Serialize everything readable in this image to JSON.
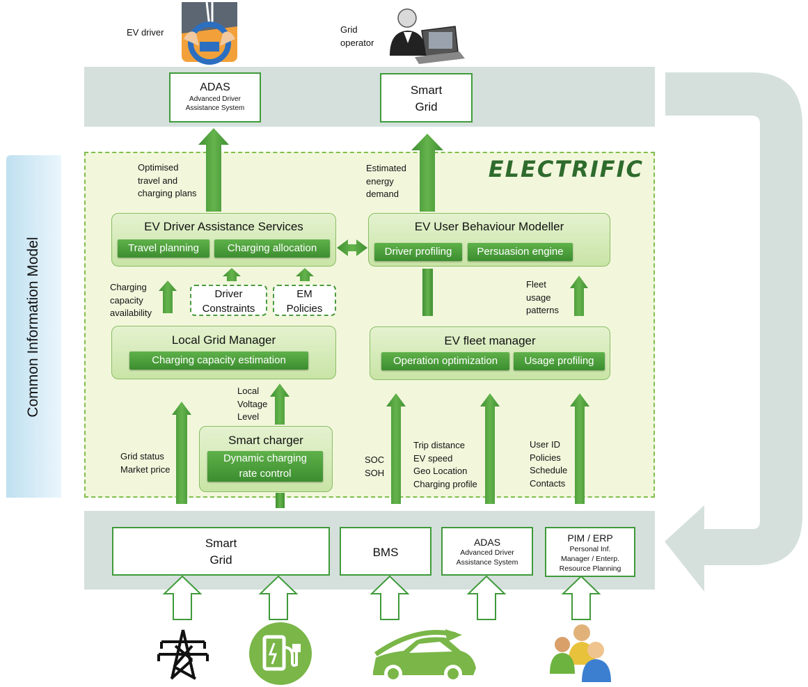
{
  "actors": {
    "ev_driver": "EV driver",
    "grid_operator": "Grid\noperator"
  },
  "top": {
    "adas": {
      "title": "ADAS",
      "subtitle": "Advanced Driver\nAssistance System"
    },
    "smart_grid": "Smart\nGrid"
  },
  "brand": "ELECTRIFIC",
  "side_label": "Common Information Model",
  "flow_labels": {
    "optimised_plans": "Optimised\ntravel and\ncharging plans",
    "energy_demand": "Estimated\nenergy\ndemand",
    "charging_capacity": "Charging\ncapacity\navailability",
    "fleet_usage": "Fleet\nusage\npatterns",
    "voltage": "Local\nVoltage\nLevel",
    "grid_status": "Grid status\nMarket price",
    "soc": "SOC\nSOH",
    "trip": "Trip distance\nEV speed\nGeo Location\nCharging profile",
    "user": "User ID\nPolicies\nSchedule\nContacts"
  },
  "modules": {
    "das": {
      "title": "EV Driver Assistance Services",
      "chips": [
        "Travel planning",
        "Charging allocation"
      ]
    },
    "ubm": {
      "title": "EV User Behaviour Modeller",
      "chips": [
        "Driver profiling",
        "Persuasion engine"
      ]
    },
    "lgm": {
      "title": "Local Grid Manager",
      "chips": [
        "Charging capacity estimation"
      ]
    },
    "efm": {
      "title": "EV fleet manager",
      "chips": [
        "Operation optimization",
        "Usage profiling"
      ]
    },
    "sc": {
      "title": "Smart charger",
      "chips": [
        "Dynamic charging\nrate control"
      ]
    }
  },
  "constraints": {
    "driver": "Driver\nConstraints",
    "em": "EM\nPolicies"
  },
  "bottom": {
    "smart_grid": "Smart\nGrid",
    "bms": "BMS",
    "adas": {
      "title": "ADAS",
      "subtitle": "Advanced Driver\nAssistance System"
    },
    "pim": {
      "title": "PIM / ERP",
      "subtitle": "Personal Inf.\nManager / Enterp.\nResource Planning"
    }
  },
  "colors": {
    "arrow_green": "#5aa845",
    "band": "#d5e0dc",
    "panel": "#f2f7dc",
    "brand": "#2e6b2c"
  },
  "icons": [
    "ev-driver-icon",
    "grid-operator-icon",
    "power-tower-icon",
    "charging-station-icon",
    "electric-car-icon",
    "users-group-icon"
  ]
}
